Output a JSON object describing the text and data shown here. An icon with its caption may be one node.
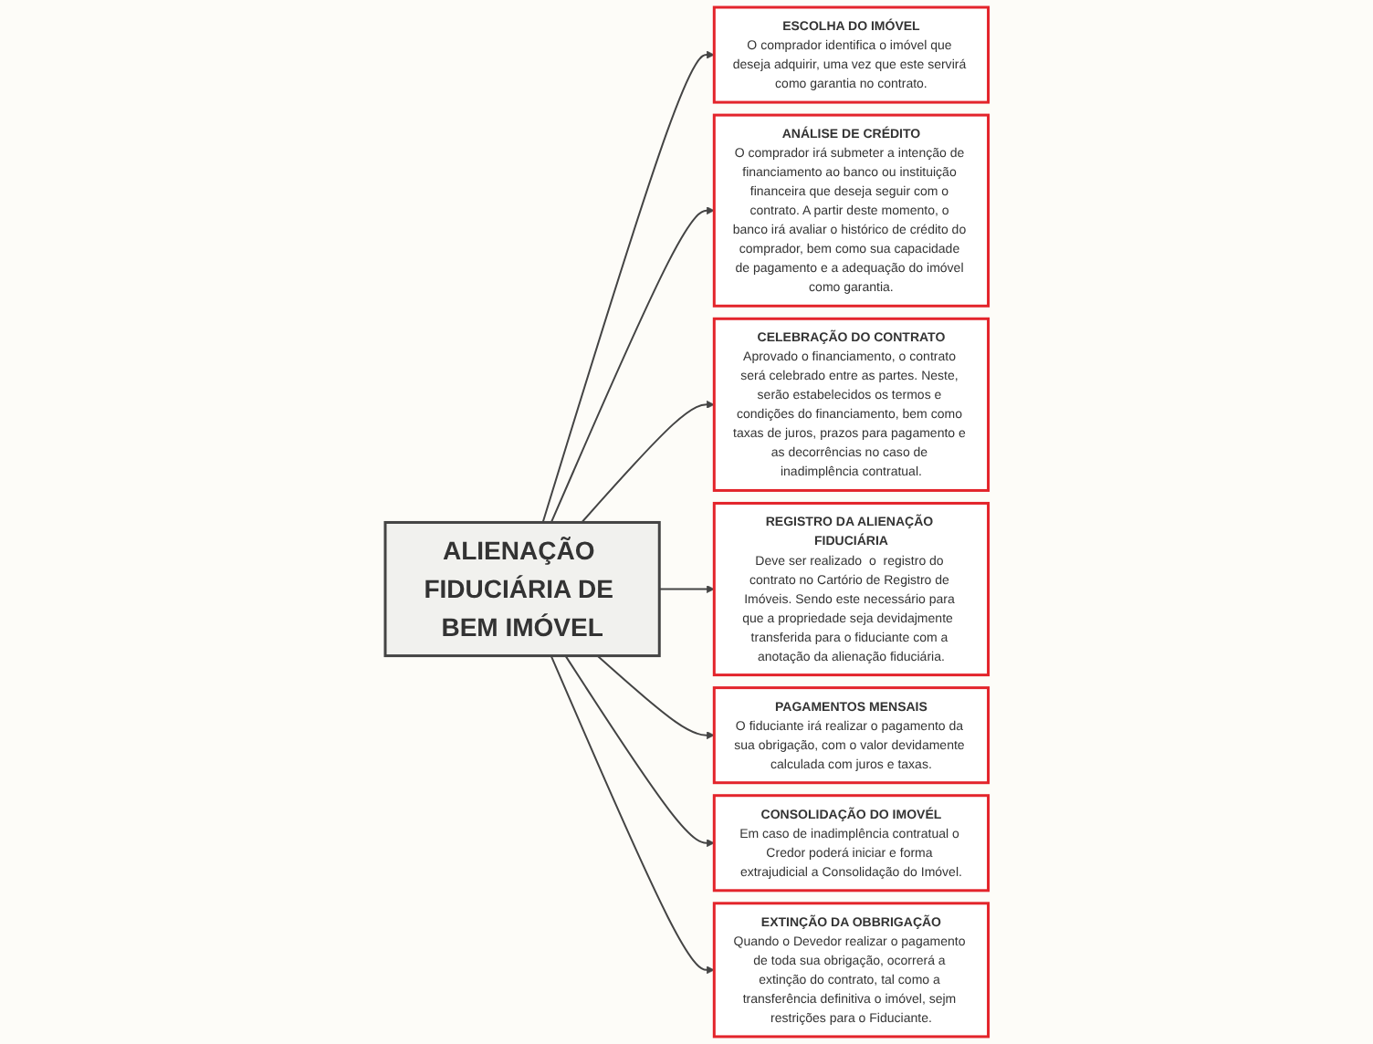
{
  "diagram": {
    "nodes": [
      {
        "text": [
          "EXTINÇÃO DA OBBRIGAÇÃO",
          "Quando o Devedor realizar o pagamento de toda sua obrigação, ocorrerá a extinção do contrato, tal como a transferência definitiva o imóvel, sejm restrições para o Fiduciante."
        ]
      },
      {
        "text": [
          "ESCOLHA DO IMÓVEL",
          "O comprador identifica o imóvel que deseja adquirir, uma vez que este servirá como garantia no contrato."
        ]
      },
      {
        "text": [
          "ANÁLISE DE CRÉDITO",
          "O comprador irá submeter a intenção de financiamento ao banco ou instituição financeira que deseja seguir com o contrato. A partir deste momento, o banco irá avaliar o histórico de crédito do comprador, bem como sua capacidade de pagamento e a adequação do imóvel como garantia."
        ]
      },
      {
        "text": [
          "CONSOLIDAÇÃO DO IMOVÉL",
          "Em caso de inadimplência contratual o Credor poderá iniciar e forma extrajudicial a Consolidação do Imóvel."
        ]
      },
      {
        "text": [
          "ALIENAÇÃO FIDUCIÁRIA DE BEM IMÓVEL"
        ]
      },
      {
        "text": [
          "CELEBRAÇÃO DO CONTRATO",
          "Aprovado o financiamento, o contrato será celebrado entre as partes. Neste, serão estabelecidos os termos e condições do financiamento, bem como taxas de juros, prazos para pagamento e as decorrências no caso de inadimplência contratual."
        ]
      },
      {
        "text": [
          "PAGAMENTOS MENSAIS",
          "O fiduciante irá realizar o pagamento da sua obrigação, com o valor devidamente calculada com juros e taxas."
        ]
      },
      {
        "text": [
          "REGISTRO DA ALIENAÇÃO FIDUCIÁRIA",
          "Deve ser realizado  o  registro do contrato no Cartório de Registro de Imóveis. Sendo este necessário para que a propriedade seja devidajmente  transferida para o fiduciante com a anotação da alienação fiduciária."
        ]
      }
    ],
    "edges": [
      {
        "from": 4,
        "to": 1,
        "arrow": "to"
      },
      {
        "from": 4,
        "to": 2,
        "arrow": "to"
      },
      {
        "from": 4,
        "to": 5,
        "arrow": "to"
      },
      {
        "from": 4,
        "to": 7,
        "arrow": "to"
      },
      {
        "from": 4,
        "to": 6,
        "arrow": "to"
      },
      {
        "from": 4,
        "to": 3,
        "arrow": "to"
      },
      {
        "from": 4,
        "to": 0,
        "arrow": "to"
      }
    ]
  }
}
